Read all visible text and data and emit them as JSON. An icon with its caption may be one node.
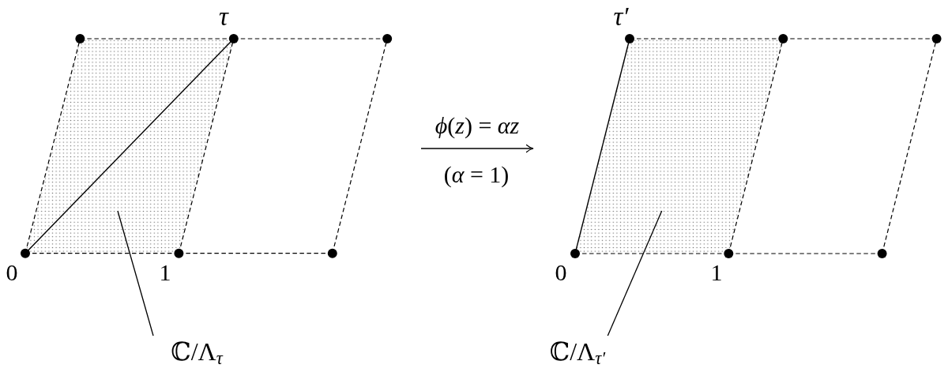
{
  "diagram": {
    "nodes": [
      {
        "text": [],
        "shape": "picture"
      },
      {
        "text": [],
        "shape": "parallelogram",
        "in": 0
      },
      {
        "text": [
          "ℂ/Λ$_{τ}$"
        ]
      },
      {
        "text": [],
        "shape": "picture"
      },
      {
        "text": [],
        "shape": "parallelogram",
        "in": 3
      },
      {
        "text": [
          "ℂ/Λ$_{τ′}$"
        ]
      }
    ],
    "edges": [
      {
        "from": 0,
        "to": 3,
        "arrow": "to",
        "label": "*ϕ*(*z*) = *αz*"
      },
      {
        "from": 2,
        "to": 1,
        "arrow": "none"
      },
      {
        "from": 5,
        "to": 4,
        "arrow": "none"
      }
    ],
    "labels": [
      "τ",
      "0",
      "1",
      "(*α* = 1)",
      "τ′",
      "0",
      "1"
    ]
  }
}
